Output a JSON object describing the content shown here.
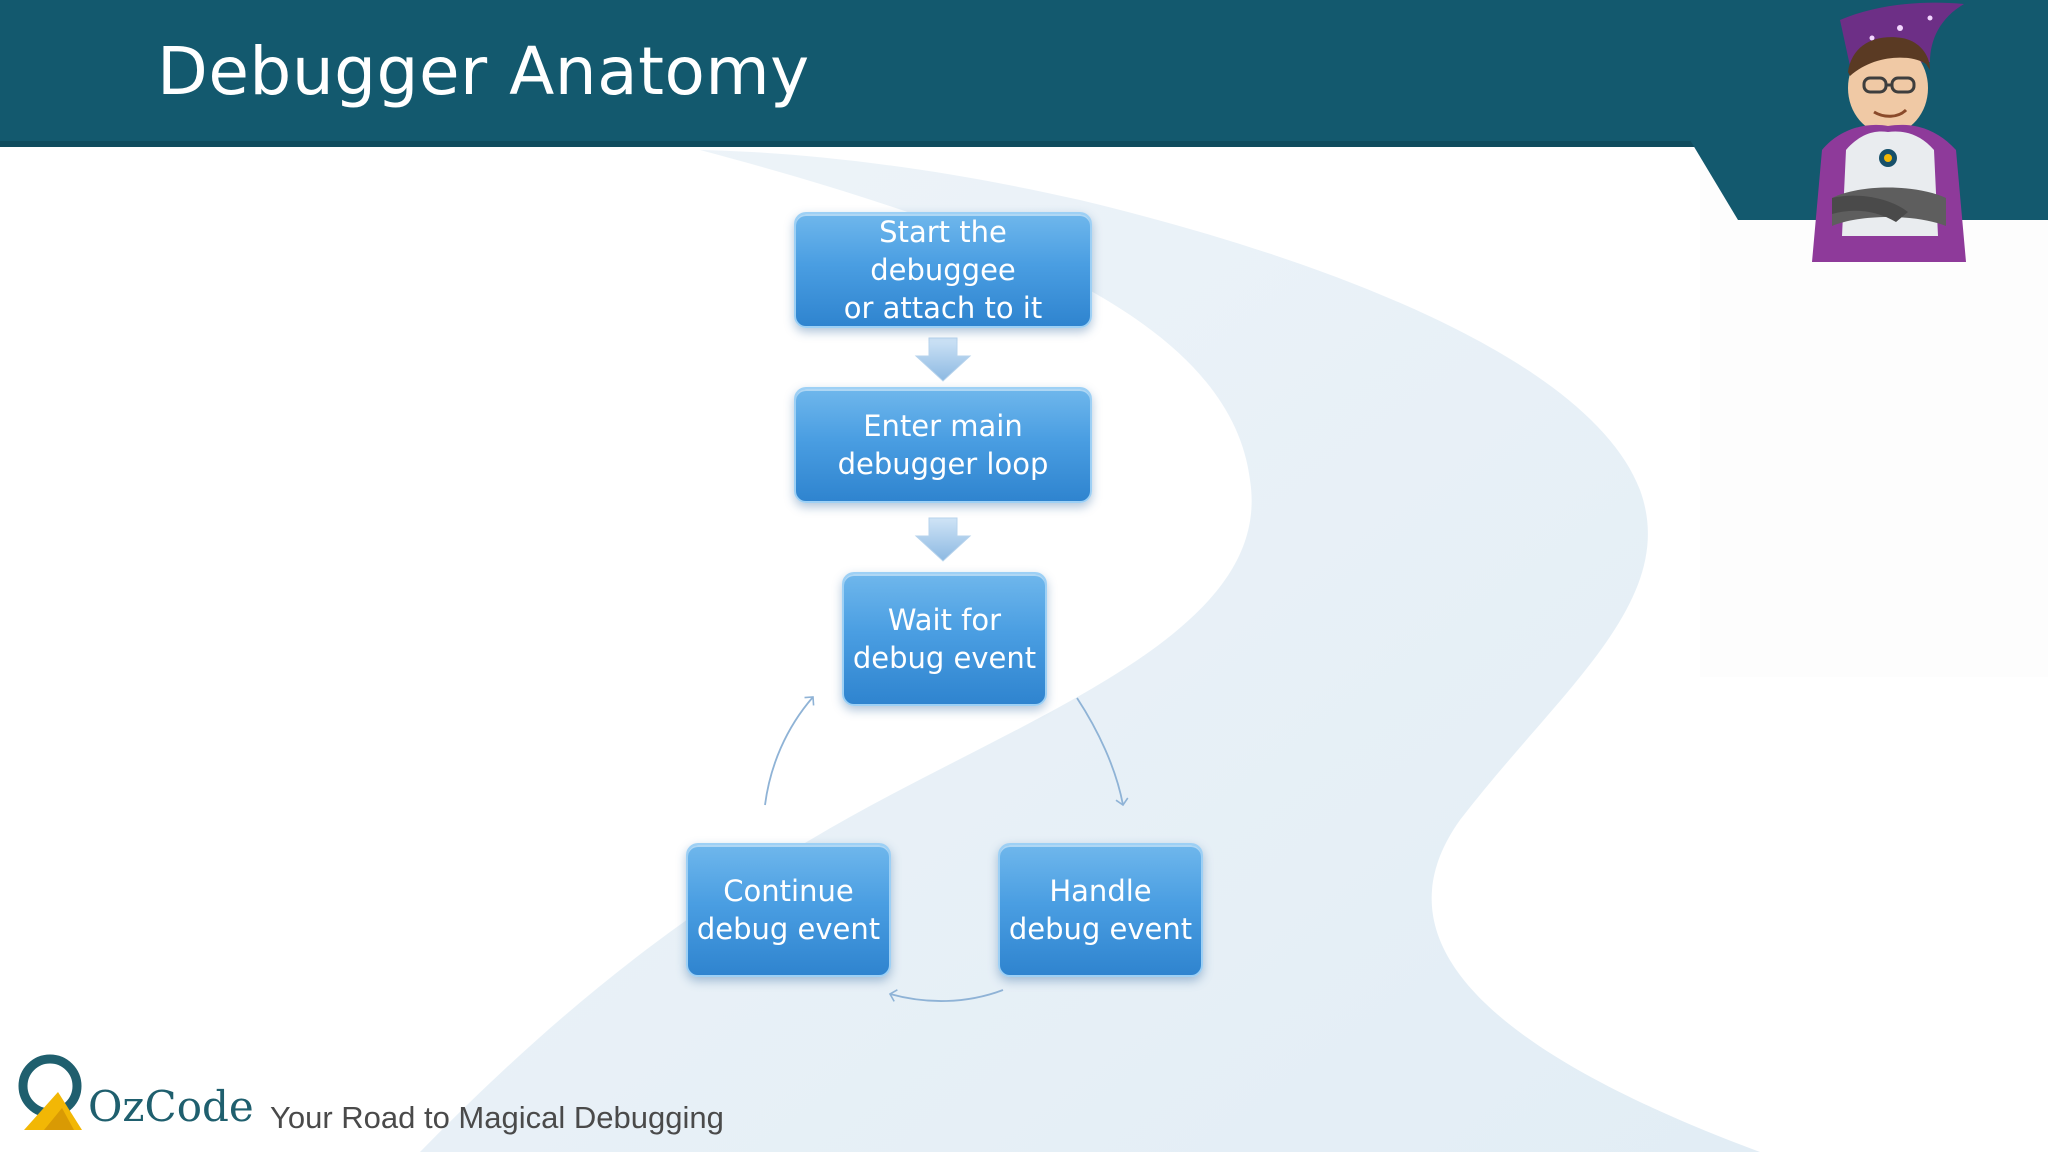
{
  "slide": {
    "title": "Debugger Anatomy"
  },
  "flow": {
    "start": "Start the debuggee\nor attach to it",
    "enter_loop": "Enter main\ndebugger loop",
    "wait": "Wait for\ndebug event",
    "continue": "Continue\ndebug event",
    "handle": "Handle\ndebug event"
  },
  "footer": {
    "brand": "OzCode",
    "tagline": "Your Road to Magical Debugging"
  },
  "colors": {
    "header": "#13596e",
    "node_fill": "#4a9ee2",
    "arrow": "#8fb9e0",
    "accent": "#f2b705"
  },
  "icons": {
    "mascot": "wizard-mascot-icon",
    "logo": "ozcode-logo-icon",
    "down_arrow": "down-arrow-icon"
  }
}
